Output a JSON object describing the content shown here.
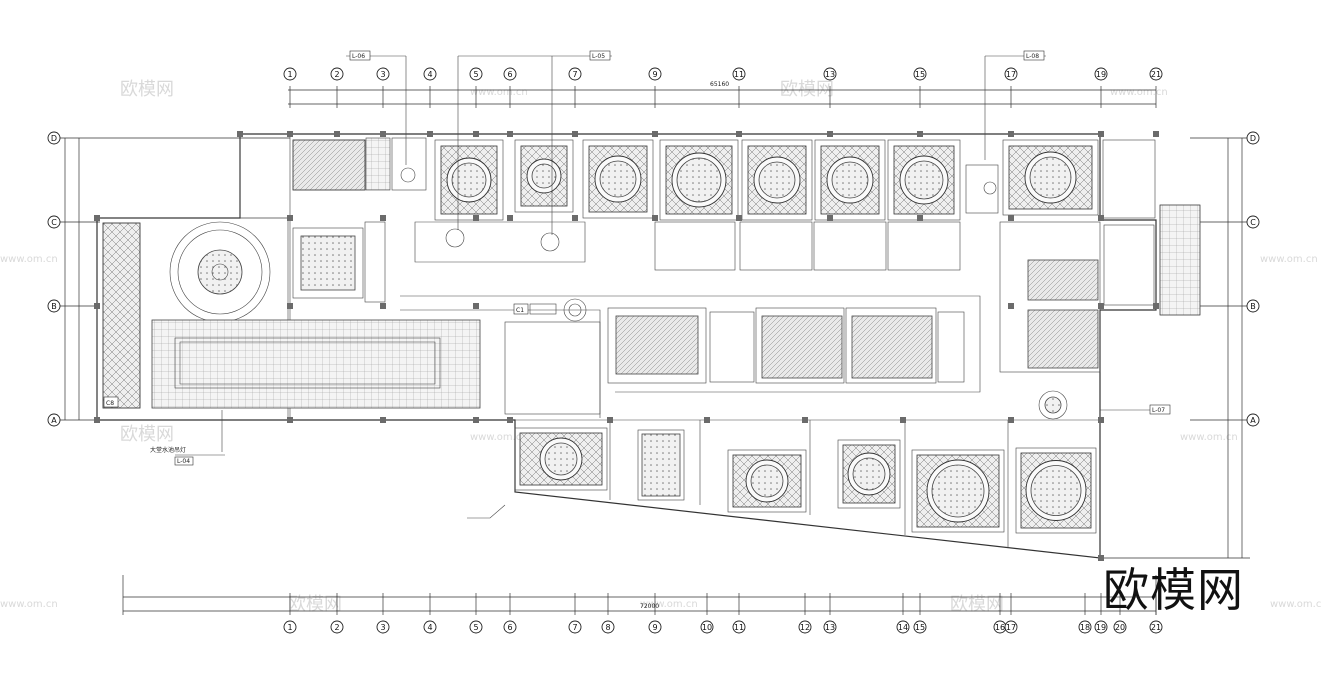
{
  "drawing": {
    "top_axes": [
      "1",
      "2",
      "3",
      "4",
      "5",
      "6",
      "7",
      "9",
      "11",
      "13",
      "15",
      "17",
      "19",
      "21"
    ],
    "bottom_axes": [
      "1",
      "2",
      "3",
      "4",
      "5",
      "6",
      "7",
      "8",
      "9",
      "10",
      "11",
      "12",
      "13",
      "14",
      "15",
      "16",
      "17",
      "18",
      "19",
      "20",
      "21"
    ],
    "side_axes": [
      "D",
      "C",
      "B",
      "A"
    ],
    "section_tags": [
      "L-06",
      "L-05",
      "L-08",
      "L-07",
      "L-04"
    ],
    "room_tags": [
      "C1",
      "C8"
    ],
    "labels": {
      "pool_lamp": "大堂水池吊灯",
      "pool_tag": "L-04",
      "overall_top": "65160",
      "overall_bottom": "72000"
    }
  },
  "watermark": {
    "brand": "欧模网",
    "site": "www.om.cn"
  }
}
